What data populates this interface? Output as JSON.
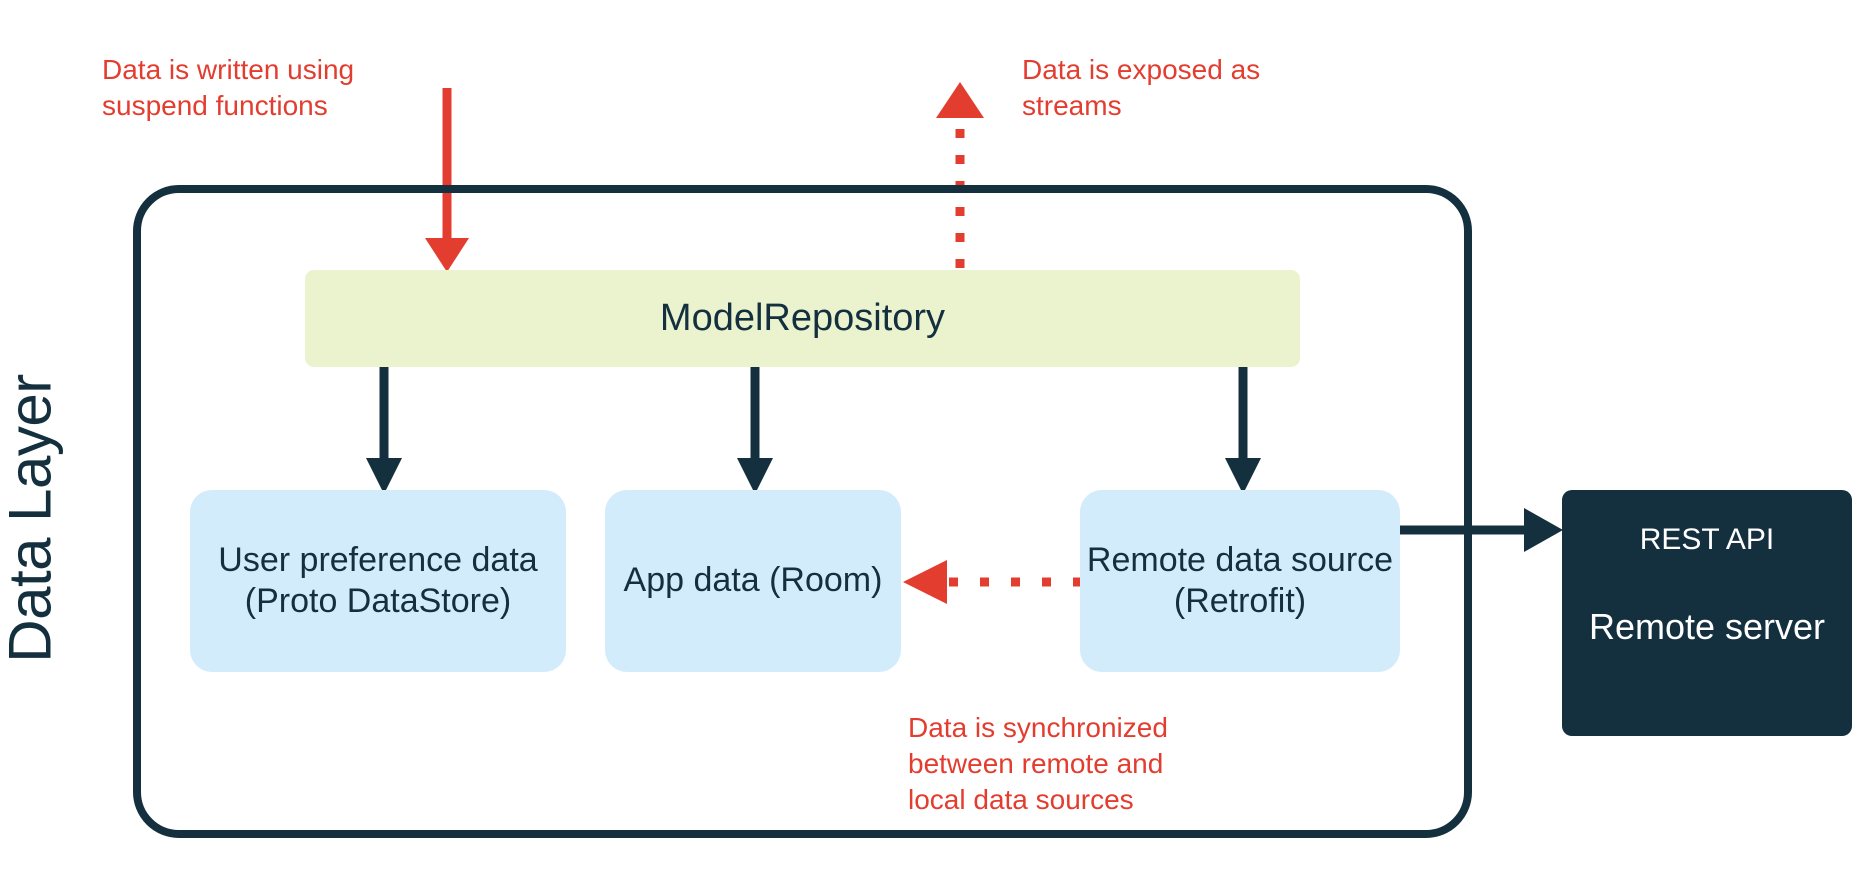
{
  "diagram": {
    "title": "Data Layer",
    "layer_label": "Data Layer",
    "colors": {
      "ink": "#14303f",
      "repository_fill": "#ebf3ce",
      "source_fill": "#d3ecfb",
      "server_fill": "#14303f",
      "annotation_red": "#e33d30",
      "background": "#ffffff"
    },
    "nodes": {
      "repository": {
        "label": "ModelRepository"
      },
      "user_preference": {
        "label": "User preference\ndata\n(Proto DataStore)"
      },
      "app_data": {
        "label": "App data\n(Room)"
      },
      "remote_source": {
        "label": "Remote data\nsource\n(Retrofit)"
      },
      "remote_server": {
        "api_label": "REST API",
        "name_label": "Remote\nserver"
      }
    },
    "annotations": {
      "write": "Data is written using\nsuspend functions",
      "expose": "Data is exposed as\nstreams",
      "sync": "Data is synchronized\nbetween remote and\nlocal data sources"
    },
    "connectors": [
      {
        "name": "write-arrow",
        "style": "solid",
        "color": "#e33d30",
        "from": "annotation-write",
        "to": "repository",
        "direction": "down"
      },
      {
        "name": "expose-arrow",
        "style": "dotted",
        "color": "#e33d30",
        "from": "repository",
        "to": "annotation-expose",
        "direction": "up"
      },
      {
        "name": "repo-to-user-preference",
        "style": "solid",
        "color": "#14303f",
        "direction": "down"
      },
      {
        "name": "repo-to-app-data",
        "style": "solid",
        "color": "#14303f",
        "direction": "down"
      },
      {
        "name": "repo-to-remote-source",
        "style": "solid",
        "color": "#14303f",
        "direction": "down"
      },
      {
        "name": "remote-source-to-app-data",
        "style": "dotted",
        "color": "#e33d30",
        "direction": "left"
      },
      {
        "name": "remote-source-to-server",
        "style": "solid",
        "color": "#14303f",
        "direction": "right"
      }
    ]
  }
}
